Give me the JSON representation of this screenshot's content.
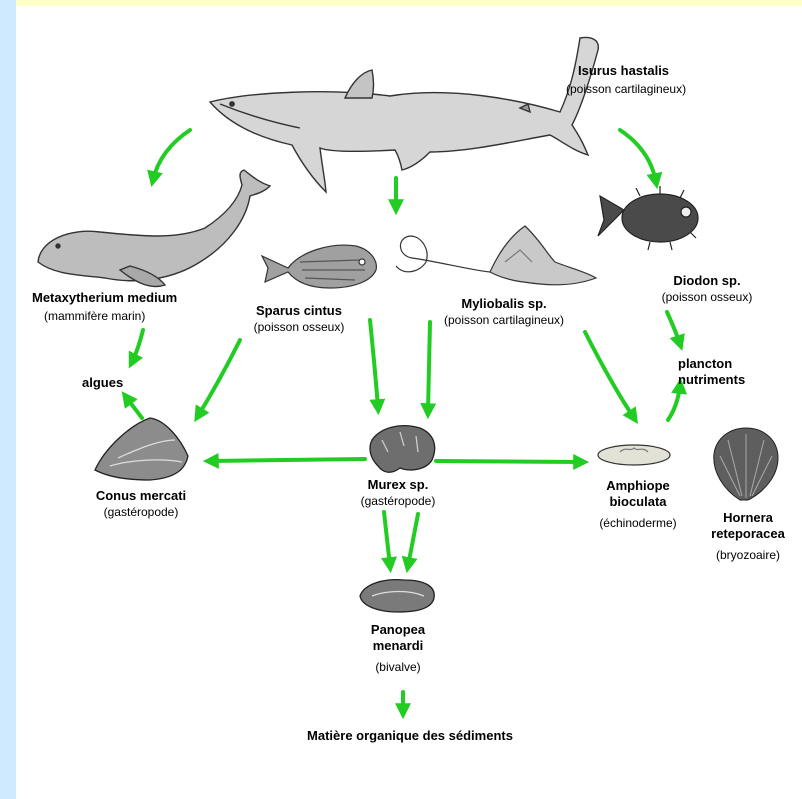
{
  "colors": {
    "arrow": "#22cc22",
    "side_bar": "#cfe9ff",
    "top_bar": "#ffffc6"
  },
  "organisms": {
    "isurus": {
      "name": "Isurus hastalis",
      "group": "(poisson cartilagineux)"
    },
    "metaxytherium": {
      "name": "Metaxytherium medium",
      "group": "(mammifère marin)"
    },
    "sparus": {
      "name": "Sparus cintus",
      "group": "(poisson osseux)"
    },
    "myliobatis": {
      "name": "Myliobalis sp.",
      "group": "(poisson cartilagineux)"
    },
    "diodon": {
      "name": "Diodon sp.",
      "group": "(poisson osseux)"
    },
    "conus": {
      "name": "Conus mercati",
      "group": "(gastéropode)"
    },
    "murex": {
      "name": "Murex sp.",
      "group": "(gastéropode)"
    },
    "amphiope": {
      "name_line1": "Amphiope",
      "name_line2": "bioculata",
      "group": "(échinoderme)"
    },
    "hornera": {
      "name_line1": "Hornera",
      "name_line2": "reteporacea",
      "group": "(bryozoaire)"
    },
    "panopea": {
      "name_line1": "Panopea",
      "name_line2": "menardi",
      "group": "(bivalve)"
    }
  },
  "resources": {
    "algues": "algues",
    "plancton": "plancton",
    "nutriments": "nutriments",
    "matiere": "Matière organique des sédiments"
  }
}
